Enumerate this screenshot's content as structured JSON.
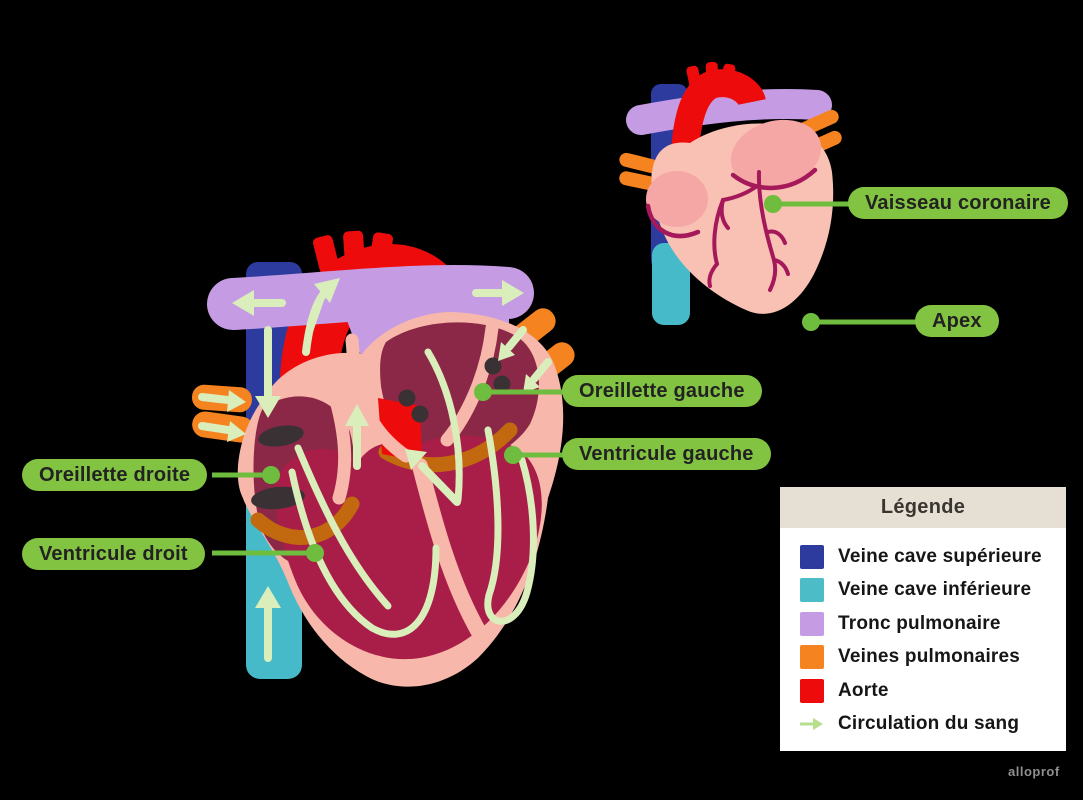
{
  "annotations": {
    "oreillette_droite": "Oreillette droite",
    "ventricule_droit": "Ventricule droit",
    "oreillette_gauche": "Oreillette gauche",
    "ventricule_gauche": "Ventricule gauche",
    "vaisseau_coronaire": "Vaisseau coronaire",
    "apex": "Apex"
  },
  "legend": {
    "title": "Légende",
    "items": [
      {
        "label": "Veine cave supérieure",
        "color": "#2e3b9e"
      },
      {
        "label": "Veine cave inférieure",
        "color": "#4cbcc6"
      },
      {
        "label": "Tronc pulmonaire",
        "color": "#c59ce4"
      },
      {
        "label": "Veines pulmonaires",
        "color": "#f5831f"
      },
      {
        "label": "Aorte",
        "color": "#ee0b0b"
      },
      {
        "label": "Circulation du sang",
        "color": "#b5de8d",
        "type": "arrow"
      }
    ]
  },
  "watermark": "alloprof",
  "colors": {
    "background": "#000000",
    "label_bubble": "#82c341",
    "label_text": "#222222",
    "connector": "#6fbd3e",
    "flow_arrow": "#d9eebb",
    "heart_wall_pink": "#f7b7aa",
    "atrium_maroon": "#8c2847",
    "ventricle_crimson": "#a81e48",
    "myocardium_brown": "#c2690f",
    "valve_opening_dark": "#393134",
    "small_heart_body": "#f8c1b3",
    "small_heart_appendage": "#f5a7a5",
    "coronary_crimson": "#a5185a"
  }
}
